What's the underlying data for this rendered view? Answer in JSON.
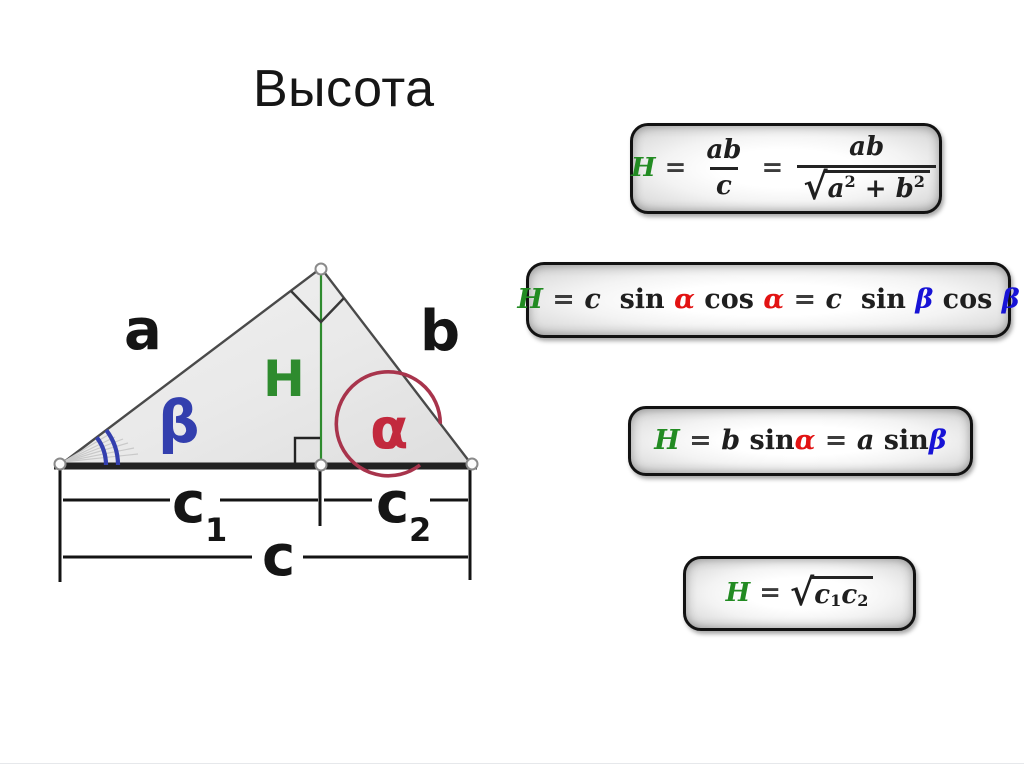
{
  "title": "Высота",
  "diagram": {
    "side_a": "a",
    "side_b": "b",
    "height": "H",
    "angle_beta": "β",
    "angle_alpha": "α",
    "segment_c1": {
      "base": "c",
      "sub": "1"
    },
    "segment_c2": {
      "base": "c",
      "sub": "2"
    },
    "base_c": "c",
    "colors": {
      "height_green": "#2e8b2e",
      "beta_blue": "#333fae",
      "alpha_red": "#c2293d",
      "alpha_arc_red": "#a8344c",
      "label_black": "#151515"
    }
  },
  "formula_colors": {
    "h_green": "#228b22",
    "alpha_red": "#e21313",
    "beta_blue": "#1713d6",
    "operator_gray": "#3c3c3c"
  },
  "formulas": [
    {
      "tokens": [
        {
          "text": "H",
          "color": "#228b22",
          "italic": true
        },
        {
          "text": " = ",
          "color": "#3c3c3c"
        },
        {
          "type": "frac",
          "num": [
            {
              "text": "ab",
              "italic": true
            }
          ],
          "den": [
            {
              "text": "c",
              "italic": true
            }
          ]
        },
        {
          "text": " = ",
          "color": "#3c3c3c"
        },
        {
          "type": "frac",
          "num": [
            {
              "text": "ab",
              "italic": true
            }
          ],
          "den": [
            {
              "type": "sqrt",
              "content": [
                {
                  "text": "a",
                  "italic": true
                },
                {
                  "text": "2",
                  "sup": true
                },
                {
                  "text": " + "
                },
                {
                  "text": "b",
                  "italic": true
                },
                {
                  "text": "2",
                  "sup": true
                }
              ]
            }
          ]
        }
      ]
    },
    {
      "tokens": [
        {
          "text": "H",
          "color": "#228b22",
          "italic": true
        },
        {
          "text": " = ",
          "color": "#3c3c3c"
        },
        {
          "text": "c",
          "italic": true
        },
        {
          "text": "  "
        },
        {
          "text": "sin "
        },
        {
          "text": "α",
          "color": "#e21313",
          "italic": true
        },
        {
          "text": " cos "
        },
        {
          "text": "α",
          "color": "#e21313",
          "italic": true
        },
        {
          "text": " = ",
          "color": "#3c3c3c"
        },
        {
          "text": "c",
          "italic": true
        },
        {
          "text": "  "
        },
        {
          "text": "sin "
        },
        {
          "text": "β",
          "color": "#1713d6",
          "italic": true
        },
        {
          "text": " cos "
        },
        {
          "text": "β",
          "color": "#1713d6",
          "italic": true
        }
      ]
    },
    {
      "tokens": [
        {
          "text": "H",
          "color": "#228b22",
          "italic": true
        },
        {
          "text": " = ",
          "color": "#3c3c3c"
        },
        {
          "text": "b",
          "italic": true
        },
        {
          "text": " sin"
        },
        {
          "text": "α",
          "color": "#e21313",
          "italic": true
        },
        {
          "text": " = ",
          "color": "#3c3c3c"
        },
        {
          "text": "a",
          "italic": true
        },
        {
          "text": " sin"
        },
        {
          "text": "β",
          "color": "#1713d6",
          "italic": true
        }
      ]
    },
    {
      "tokens": [
        {
          "text": "H",
          "color": "#228b22",
          "italic": true
        },
        {
          "text": " = ",
          "color": "#3c3c3c"
        },
        {
          "type": "sqrt",
          "content": [
            {
              "text": "c",
              "italic": true
            },
            {
              "text": "1",
              "sub": true
            },
            {
              "text": "c",
              "italic": true
            },
            {
              "text": "2",
              "sub": true
            }
          ]
        }
      ]
    }
  ]
}
